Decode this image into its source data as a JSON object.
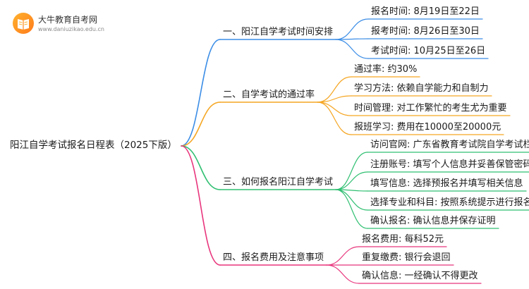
{
  "logo": {
    "title": "大牛教育自考网",
    "url": "www.daniuzikao.edu.cn"
  },
  "root": "阳江自学考试报名日程表（2025下版）",
  "branches": [
    {
      "label": "一、阳江自学考试时间安排",
      "color": "#3b8de6",
      "children": [
        "报名时间: 8月19日至22日",
        "报考时间: 8月26日至30日",
        "考试时间: 10月25日至26日"
      ]
    },
    {
      "label": "二、自学考试的通过率",
      "color": "#f5a623",
      "children": [
        "通过率: 约30%",
        "学习方法: 依赖自学能力和自制力",
        "时间管理: 对工作繁忙的考生尤为重要",
        "报班学习: 费用在10000至20000元"
      ]
    },
    {
      "label": "三、如何报名阳江自学考试",
      "color": "#2fbf71",
      "children": [
        "访问官网: 广东省教育考试院自学考试栏目",
        "注册账号: 填写个人信息并妥善保管密码",
        "填写信息: 选择预报名并填写相关信息",
        "选择专业和科目: 按照系统提示进行报名",
        "确认报名: 确认信息并保存证明"
      ]
    },
    {
      "label": "四、报名费用及注意事项",
      "color": "#e8357c",
      "children": [
        "报名费用: 每科52元",
        "重复缴费: 银行会退回",
        "确认信息: 一经确认不得更改"
      ]
    }
  ]
}
